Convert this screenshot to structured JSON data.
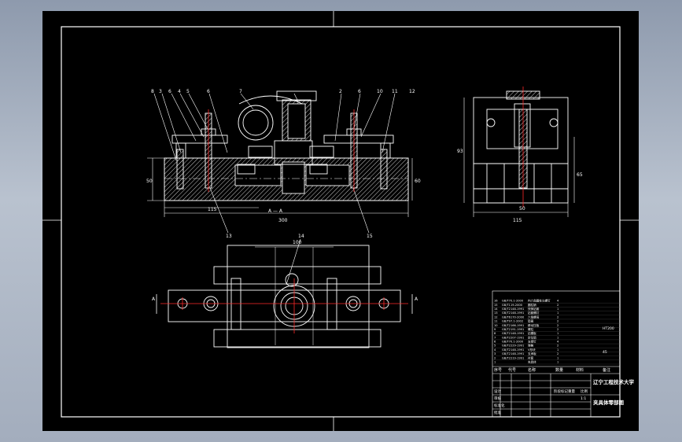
{
  "colors": {
    "background": "#000000",
    "frame": "#ffffff",
    "hatch": "#e8e8e8",
    "center_line": "#ff2a2a",
    "viewport_gradient": [
      "#8e9aad",
      "#b9c2cf"
    ]
  },
  "drawing": {
    "views": [
      "front-section",
      "side-view",
      "top-view"
    ],
    "front_view": {
      "balloons": [
        "8",
        "3",
        "6",
        "4",
        "5",
        "6",
        "7",
        "2",
        "6",
        "10",
        "11",
        "12"
      ],
      "lower_balloons": [
        "13",
        "15"
      ],
      "section_label": "A — A",
      "dims": {
        "left": "50",
        "height_right": "60",
        "bottom_left": "115",
        "overall": "300"
      }
    },
    "side_view": {
      "dims": {
        "height_left": "93",
        "height_right": "65",
        "center": "50",
        "bottom": "115"
      }
    },
    "top_view": {
      "balloons": [
        "14"
      ],
      "dims": {
        "top": "100"
      },
      "section_marks": [
        "A",
        "A"
      ]
    }
  },
  "title_block": {
    "school": "辽宁工程技术大学",
    "drawing_name": "夹具体零部图",
    "bom_rows": [
      {
        "no": "16",
        "desc": "GB/T70.1-2000",
        "name": "内六角圆柱头螺钉",
        "qty": "4"
      },
      {
        "no": "15",
        "desc": "GB/T119-2000",
        "name": "圆柱销",
        "qty": "2"
      },
      {
        "no": "14",
        "desc": "GB/T2148-1991",
        "name": "快换钻套",
        "qty": "1"
      },
      {
        "no": "13",
        "desc": "GB/T2148-1991",
        "name": "钻套螺钉",
        "qty": "1"
      },
      {
        "no": "12",
        "desc": "GB/T6170-2000",
        "name": "六角螺母",
        "qty": "2"
      },
      {
        "no": "11",
        "desc": "GB/T97.1-2002",
        "name": "垫圈",
        "qty": "2"
      },
      {
        "no": "10",
        "desc": "GB/T2166-1991",
        "name": "移动压板",
        "qty": "2"
      },
      {
        "no": "9",
        "desc": "GB/T2191-1991",
        "name": "螺柱",
        "qty": "2"
      },
      {
        "no": "8",
        "desc": "GB/T2148-1991",
        "name": "钻模板",
        "qty": "1"
      },
      {
        "no": "7",
        "desc": "GB/T2207-1991",
        "name": "定位销",
        "qty": "1"
      },
      {
        "no": "6",
        "desc": "GB/T70.1-2000",
        "name": "支撑钉",
        "qty": "4"
      },
      {
        "no": "5",
        "desc": "GB/T2229-1991",
        "name": "弹簧",
        "qty": "2"
      },
      {
        "no": "4",
        "desc": "GB/T2148-1991",
        "name": "V形块",
        "qty": "1"
      },
      {
        "no": "3",
        "desc": "GB/T2148-1991",
        "name": "支承板",
        "qty": "2"
      },
      {
        "no": "2",
        "desc": "GB/T2219-1991",
        "name": "衬套",
        "qty": "1"
      },
      {
        "no": "1",
        "desc": "",
        "name": "夹具体",
        "qty": "1"
      }
    ],
    "header": {
      "no": "序号",
      "code": "代号",
      "name": "名称",
      "qty": "数量",
      "mat": "材料",
      "note": "备注"
    },
    "materials": {
      "m1": "HT200",
      "m2": "45"
    },
    "sign": {
      "design": "设计",
      "check": "审核",
      "std": "标准化",
      "approve": "批准"
    },
    "scale": "1:1",
    "small": {
      "a": "阶段标记",
      "b": "重量",
      "c": "比例"
    }
  }
}
